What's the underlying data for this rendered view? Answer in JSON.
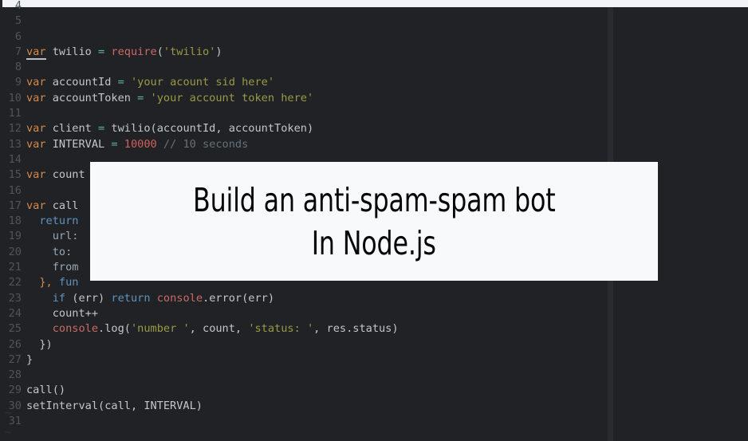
{
  "window": {
    "background_color": "#202225",
    "top_strip_color": "#f1f4f8"
  },
  "editor": {
    "language": "javascript",
    "first_visible_line": 4,
    "last_numbered_line": 31,
    "end_of_buffer_marker": "~",
    "gutter_color": "#4d555c",
    "lines": [
      {
        "number": "4",
        "segments": []
      },
      {
        "number": "5",
        "segments": []
      },
      {
        "number": "6",
        "segments": []
      },
      {
        "number": "7",
        "segments": [
          {
            "t": "var",
            "c": "kw cursor"
          },
          {
            "t": " twilio ",
            "c": "id"
          },
          {
            "t": "=",
            "c": "op"
          },
          {
            "t": " ",
            "c": "id"
          },
          {
            "t": "require",
            "c": "fn"
          },
          {
            "t": "(",
            "c": "punc"
          },
          {
            "t": "'twilio'",
            "c": "str"
          },
          {
            "t": ")",
            "c": "punc"
          }
        ]
      },
      {
        "number": "8",
        "segments": []
      },
      {
        "number": "9",
        "segments": [
          {
            "t": "var",
            "c": "kw"
          },
          {
            "t": " accountId ",
            "c": "id"
          },
          {
            "t": "=",
            "c": "op"
          },
          {
            "t": " ",
            "c": "id"
          },
          {
            "t": "'your acount sid here'",
            "c": "str"
          }
        ]
      },
      {
        "number": "10",
        "segments": [
          {
            "t": "var",
            "c": "kw"
          },
          {
            "t": " accountToken ",
            "c": "id"
          },
          {
            "t": "=",
            "c": "op"
          },
          {
            "t": " ",
            "c": "id"
          },
          {
            "t": "'your account token here'",
            "c": "str"
          }
        ]
      },
      {
        "number": "11",
        "segments": []
      },
      {
        "number": "12",
        "segments": [
          {
            "t": "var",
            "c": "kw"
          },
          {
            "t": " client ",
            "c": "id"
          },
          {
            "t": "=",
            "c": "op"
          },
          {
            "t": " twilio(accountId, accountToken)",
            "c": "id"
          }
        ]
      },
      {
        "number": "13",
        "segments": [
          {
            "t": "var",
            "c": "kw"
          },
          {
            "t": " INTERVAL ",
            "c": "id"
          },
          {
            "t": "=",
            "c": "op"
          },
          {
            "t": " ",
            "c": "id"
          },
          {
            "t": "10000",
            "c": "num-lit"
          },
          {
            "t": " ",
            "c": "id"
          },
          {
            "t": "// 10 seconds",
            "c": "cmt"
          }
        ]
      },
      {
        "number": "14",
        "segments": []
      },
      {
        "number": "15",
        "segments": [
          {
            "t": "var",
            "c": "kw"
          },
          {
            "t": " count",
            "c": "id"
          }
        ]
      },
      {
        "number": "16",
        "segments": []
      },
      {
        "number": "17",
        "segments": [
          {
            "t": "var",
            "c": "kw"
          },
          {
            "t": " call",
            "c": "id"
          }
        ]
      },
      {
        "number": "18",
        "segments": [
          {
            "t": "  ",
            "c": "id"
          },
          {
            "t": "return",
            "c": "ret"
          }
        ]
      },
      {
        "number": "19",
        "segments": [
          {
            "t": "    ",
            "c": "id"
          },
          {
            "t": "url:",
            "c": "prop"
          }
        ]
      },
      {
        "number": "20",
        "segments": [
          {
            "t": "    ",
            "c": "id"
          },
          {
            "t": "to:",
            "c": "prop"
          }
        ]
      },
      {
        "number": "21",
        "segments": [
          {
            "t": "    ",
            "c": "id"
          },
          {
            "t": "from",
            "c": "prop"
          }
        ]
      },
      {
        "number": "22",
        "segments": [
          {
            "t": "  },",
            "c": "kw"
          },
          {
            "t": " fun",
            "c": "ret"
          }
        ]
      },
      {
        "number": "23",
        "segments": [
          {
            "t": "    ",
            "c": "id"
          },
          {
            "t": "if",
            "c": "ret"
          },
          {
            "t": " (err) ",
            "c": "id"
          },
          {
            "t": "return",
            "c": "ret"
          },
          {
            "t": " ",
            "c": "id"
          },
          {
            "t": "console",
            "c": "fn"
          },
          {
            "t": ".error(err)",
            "c": "id"
          }
        ]
      },
      {
        "number": "24",
        "segments": [
          {
            "t": "    count++",
            "c": "id"
          }
        ]
      },
      {
        "number": "25",
        "segments": [
          {
            "t": "    ",
            "c": "id"
          },
          {
            "t": "console",
            "c": "fn"
          },
          {
            "t": ".log(",
            "c": "id"
          },
          {
            "t": "'number '",
            "c": "str"
          },
          {
            "t": ", count, ",
            "c": "id"
          },
          {
            "t": "'status: '",
            "c": "str"
          },
          {
            "t": ", res.status)",
            "c": "id"
          }
        ]
      },
      {
        "number": "26",
        "segments": [
          {
            "t": "  })",
            "c": "id"
          }
        ]
      },
      {
        "number": "27",
        "segments": [
          {
            "t": "}",
            "c": "id"
          }
        ]
      },
      {
        "number": "28",
        "segments": []
      },
      {
        "number": "29",
        "segments": [
          {
            "t": "call()",
            "c": "id"
          }
        ]
      },
      {
        "number": "30",
        "segments": [
          {
            "t": "setInterval(call, INTERVAL)",
            "c": "id"
          }
        ]
      },
      {
        "number": "31",
        "segments": []
      }
    ]
  },
  "overlay": {
    "background_color": "#f8f9fb",
    "text_color": "#070707",
    "title_line_1": "Build an anti-spam-spam bot",
    "title_line_2": "In Node.js"
  }
}
